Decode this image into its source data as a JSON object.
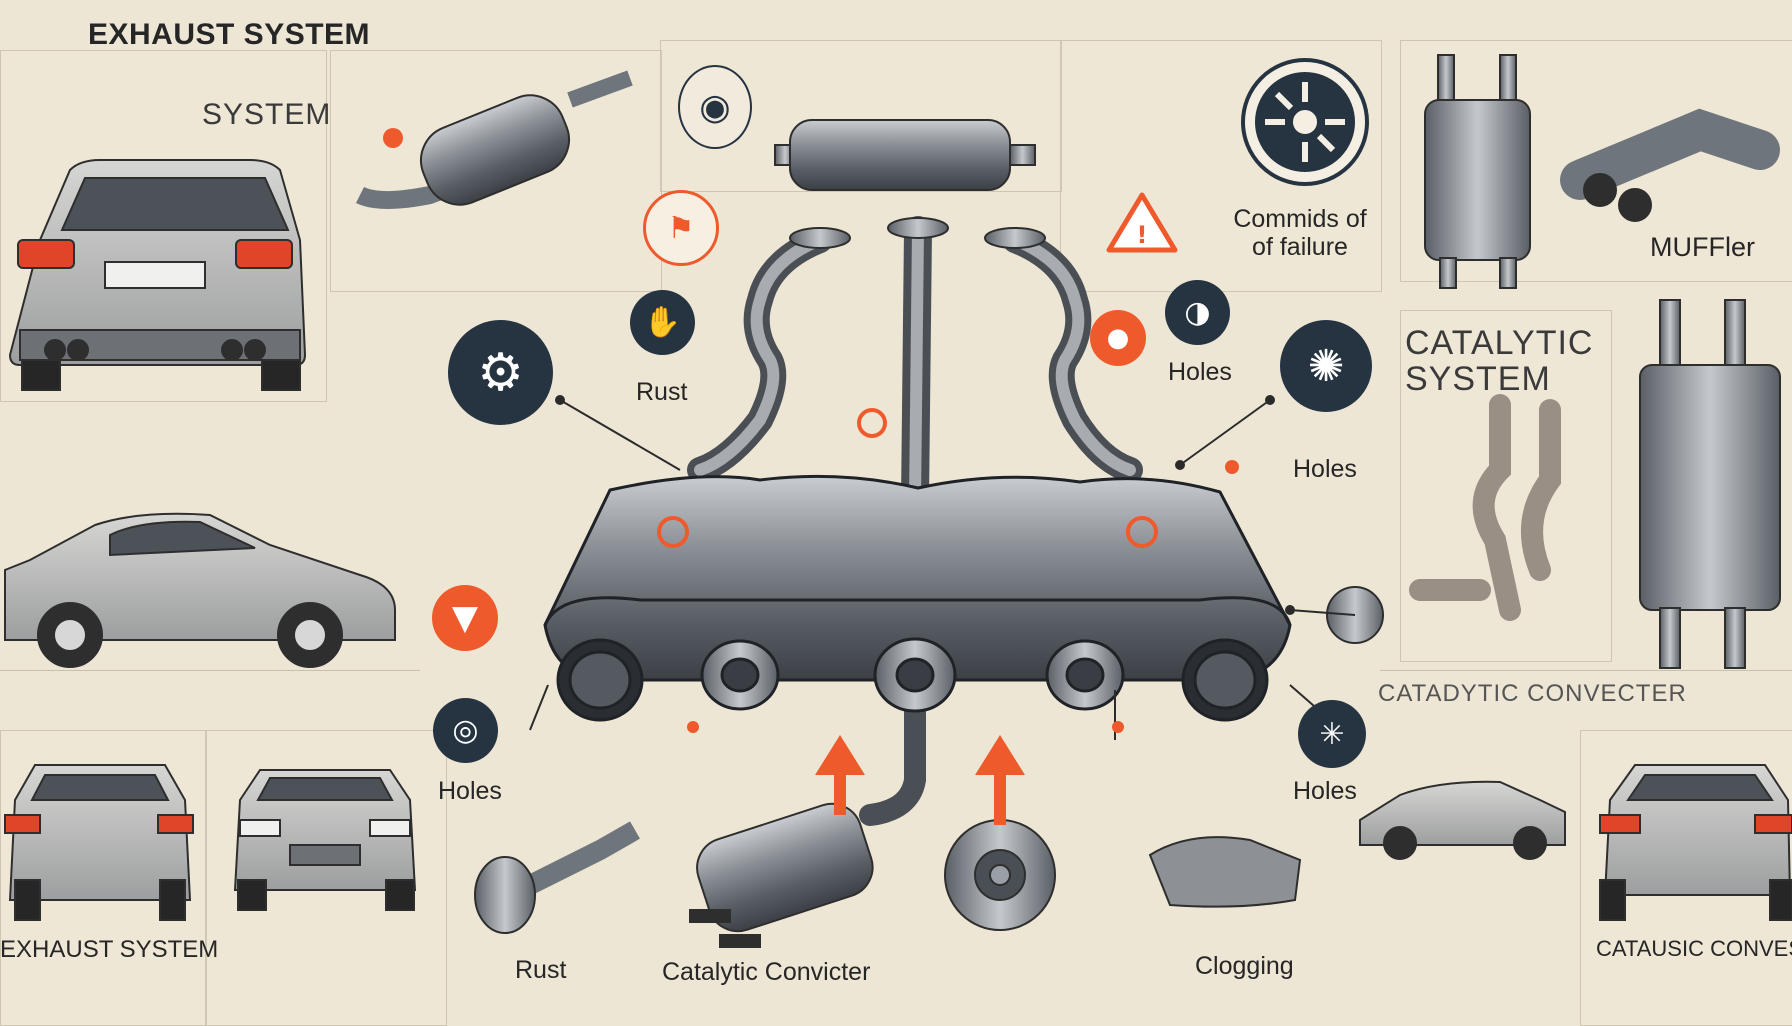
{
  "header": {
    "title": "EXHAUST SYSTEM",
    "system_label": "SYSTEM"
  },
  "labels": {
    "rust_top": "Rust",
    "holes_right_top": "Holes",
    "holes_right_mid": "Holes",
    "holes_left_bottom": "Holes",
    "holes_right_bottom": "Holes",
    "rust_bottom": "Rust",
    "catalytic_bottom": "Catalytic Convicter",
    "clogging": "Clogging",
    "commids_line1": "Commids of",
    "commids_line2": "of failure",
    "muffler": "MUFFler",
    "catalytic_system_line1": "CATALYTIC",
    "catalytic_system_line2": "SYSTEM",
    "catadytic_convecter": "CATADYTIC CONVECTER",
    "exhaust_system_bottom": "EXHAUST SYSTEM",
    "cataulsic": "CATAUSIC CONVESTER"
  },
  "icons": {
    "warning": "warning-triangle-icon",
    "arrow_up": "arrow-up-icon",
    "arrow_down": "arrow-down-icon",
    "gear": "gear-icon",
    "wheel": "wheel-icon"
  },
  "colors": {
    "accent": "#ef5a2c",
    "dark": "#263442",
    "background": "#eee6d4",
    "metal": "#6f757c"
  }
}
